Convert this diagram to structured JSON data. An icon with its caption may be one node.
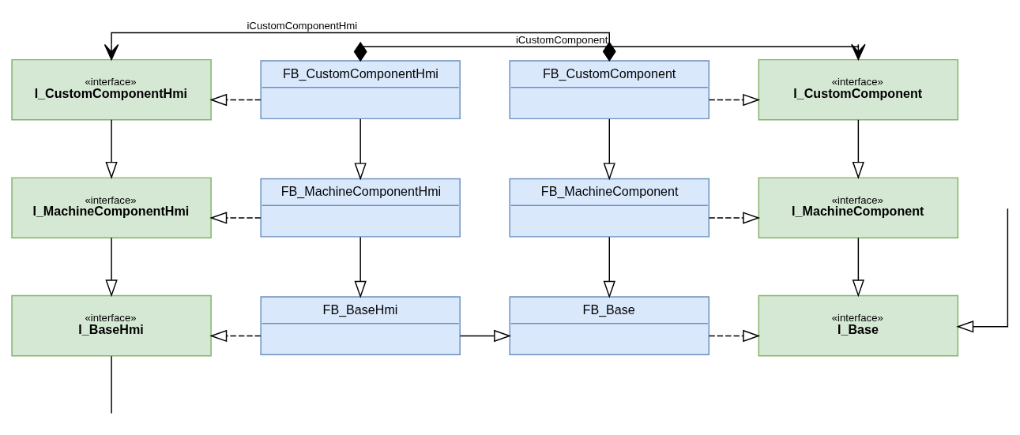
{
  "diagram": {
    "nodes": [
      {
        "text": [
          "«interface»",
          "I_CustomComponentHmi"
        ]
      },
      {
        "text": [
          "FB_CustomComponentHmi"
        ]
      },
      {
        "text": [
          "FB_CustomComponent"
        ]
      },
      {
        "text": [
          "«interface»",
          "I_CustomComponent"
        ]
      },
      {
        "text": [
          "«interface»",
          "I_MachineComponentHmi"
        ]
      },
      {
        "text": [
          "FB_MachineComponentHmi"
        ]
      },
      {
        "text": [
          "FB_MachineComponent"
        ]
      },
      {
        "text": [
          "«interface»",
          "I_MachineComponent"
        ]
      },
      {
        "text": [
          "«interface»",
          "I_BaseHmi"
        ]
      },
      {
        "text": [
          "FB_BaseHmi"
        ]
      },
      {
        "text": [
          "FB_Base"
        ]
      },
      {
        "text": [
          "«interface»",
          "I_Base"
        ]
      }
    ],
    "edges": [
      {
        "from": 1,
        "to": 3,
        "arrow": "to",
        "label": "iCustomComponent"
      },
      {
        "from": 2,
        "to": 0,
        "arrow": "to",
        "label": "iCustomComponentHmi"
      },
      {
        "from": 1,
        "to": 0,
        "arrow": "to",
        "style": "dashed"
      },
      {
        "from": 2,
        "to": 3,
        "arrow": "to",
        "style": "dashed"
      },
      {
        "from": 0,
        "to": 4,
        "arrow": "to"
      },
      {
        "from": 1,
        "to": 5,
        "arrow": "to"
      },
      {
        "from": 2,
        "to": 6,
        "arrow": "to"
      },
      {
        "from": 3,
        "to": 7,
        "arrow": "to"
      },
      {
        "from": 5,
        "to": 4,
        "arrow": "to",
        "style": "dashed"
      },
      {
        "from": 6,
        "to": 7,
        "arrow": "to",
        "style": "dashed"
      },
      {
        "from": 4,
        "to": 8,
        "arrow": "to"
      },
      {
        "from": 5,
        "to": 9,
        "arrow": "to"
      },
      {
        "from": 6,
        "to": 10,
        "arrow": "to"
      },
      {
        "from": 7,
        "to": 11,
        "arrow": "to"
      },
      {
        "from": 9,
        "to": 10,
        "arrow": "to"
      },
      {
        "from": 9,
        "to": 8,
        "arrow": "to",
        "style": "dashed"
      },
      {
        "from": 10,
        "to": 11,
        "arrow": "to",
        "style": "dashed"
      },
      {
        "from": 8,
        "to": null,
        "arrow": "none"
      },
      {
        "from": null,
        "to": 11,
        "arrow": "to"
      }
    ]
  }
}
